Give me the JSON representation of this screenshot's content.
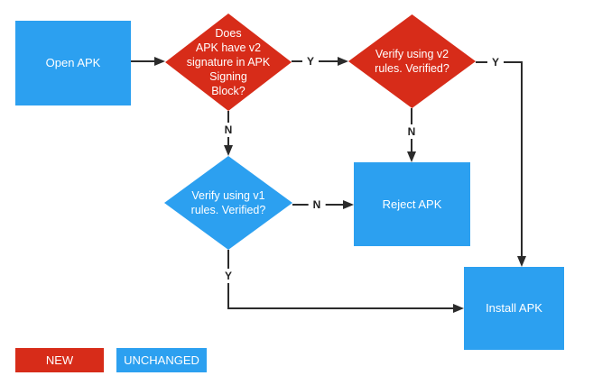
{
  "diagram": {
    "type": "flowchart",
    "topic": "APK v2 signature verification flow",
    "colors": {
      "new_red": "#d72c19",
      "unchanged_blue": "#2ca0f0",
      "connector": "#2b2b2b",
      "node_text": "#ffffff"
    },
    "nodes": {
      "open_apk": {
        "label": "Open APK",
        "shape": "rectangle",
        "status": "unchanged"
      },
      "v2_check": {
        "label": "Does\nAPK have v2\nsignature in APK\nSigning\nBlock?",
        "shape": "diamond",
        "status": "new"
      },
      "v2_verify": {
        "label": "Verify using v2\nrules. Verified?",
        "shape": "diamond",
        "status": "new"
      },
      "v1_verify": {
        "label": "Verify using v1\nrules. Verified?",
        "shape": "diamond",
        "status": "unchanged"
      },
      "reject_apk": {
        "label": "Reject APK",
        "shape": "rectangle",
        "status": "unchanged"
      },
      "install_apk": {
        "label": "Install APK",
        "shape": "rectangle",
        "status": "unchanged"
      }
    },
    "edges": [
      {
        "from": "open_apk",
        "to": "v2_check",
        "label": ""
      },
      {
        "from": "v2_check",
        "to": "v2_verify",
        "label": "Y"
      },
      {
        "from": "v2_check",
        "to": "v1_verify",
        "label": "N"
      },
      {
        "from": "v2_verify",
        "to": "install_apk",
        "label": "Y"
      },
      {
        "from": "v2_verify",
        "to": "reject_apk",
        "label": "N"
      },
      {
        "from": "v1_verify",
        "to": "reject_apk",
        "label": "N"
      },
      {
        "from": "v1_verify",
        "to": "install_apk",
        "label": "Y"
      }
    ],
    "legend": {
      "new": "NEW",
      "unchanged": "UNCHANGED"
    }
  }
}
